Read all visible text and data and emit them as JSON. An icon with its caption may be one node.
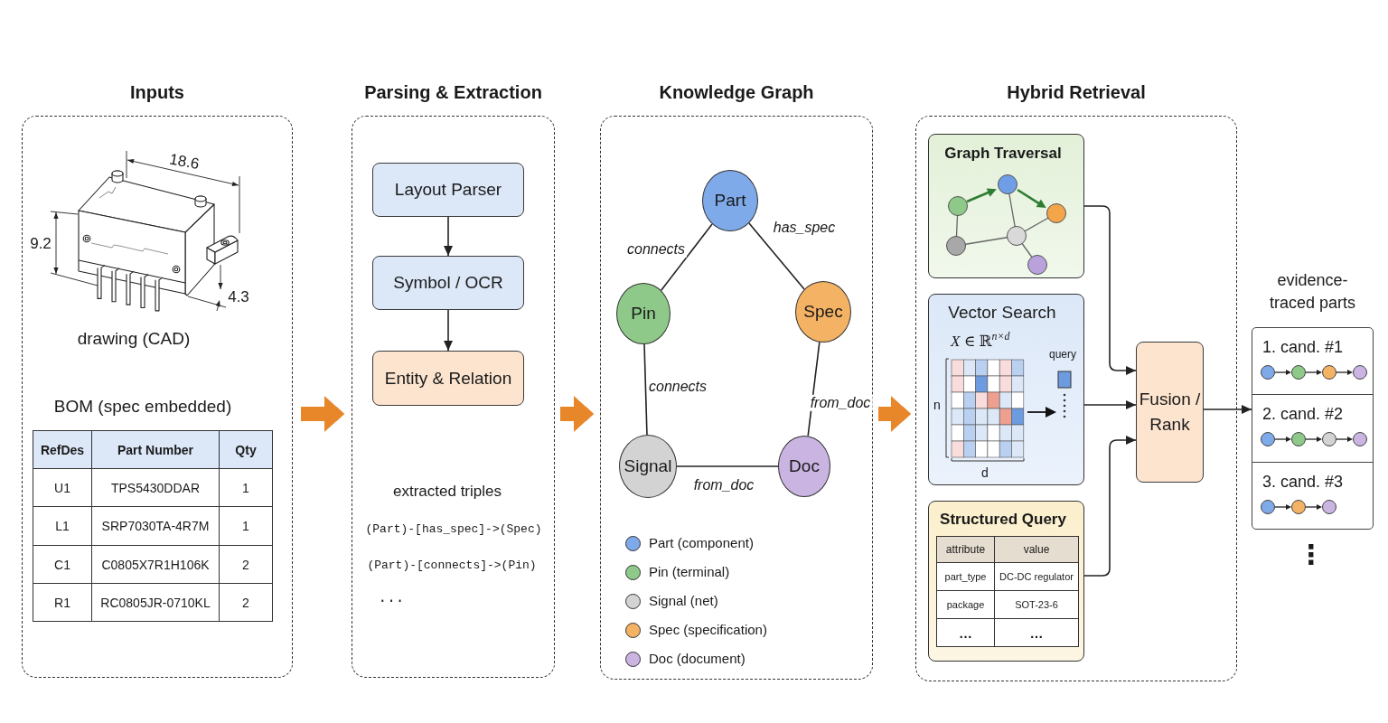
{
  "diagram": {
    "nodes": [
      {
        "text": [
          "Inputs"
        ]
      },
      {
        "text": [
          "Parsing & Extraction"
        ]
      },
      {
        "text": [
          "Layout Parser"
        ],
        "in": 1
      },
      {
        "text": [
          "Symbol / OCR"
        ],
        "in": 1
      },
      {
        "text": [
          "Entity & Relation"
        ],
        "in": 1
      },
      {
        "text": [
          "Knowledge Graph"
        ]
      },
      {
        "text": [
          "Part"
        ],
        "in": 5
      },
      {
        "text": [
          "Pin"
        ],
        "in": 5
      },
      {
        "text": [
          "Spec"
        ],
        "in": 5
      },
      {
        "text": [
          "Signal"
        ],
        "in": 5
      },
      {
        "text": [
          "Doc"
        ],
        "in": 5
      },
      {
        "text": [
          "Hybrid Retrieval"
        ]
      },
      {
        "text": [
          "Graph Traversal"
        ],
        "in": 11
      },
      {
        "text": [
          "Vector Search",
          "*X* ∈ ℝ$^{n×d}$",
          "query",
          "n",
          "d"
        ],
        "in": 11
      },
      {
        "text": [
          "Structured Query",
          "attribute",
          "value",
          "part_type",
          "DC-DC regulator",
          "package",
          "SOT-23-6",
          "…",
          "…"
        ],
        "in": 11
      },
      {
        "text": [
          "Fusion / Rank"
        ],
        "in": 11
      },
      {
        "text": [
          "evidence-traced parts"
        ]
      },
      {
        "text": [
          "1. cand. #1"
        ],
        "in": 16
      },
      {
        "text": [
          "2. cand. #2"
        ],
        "in": 16
      },
      {
        "text": [
          "3. cand. #3"
        ],
        "in": 16
      }
    ],
    "edges": [
      {
        "from": 0,
        "to": 1,
        "arrow": "to",
        "style": "thick",
        "color": "#e8862a"
      },
      {
        "from": 1,
        "to": 5,
        "arrow": "to",
        "style": "thick",
        "color": "#e8862a"
      },
      {
        "from": 5,
        "to": 11,
        "arrow": "to",
        "style": "thick",
        "color": "#e8862a"
      },
      {
        "from": 2,
        "to": 3,
        "arrow": "to"
      },
      {
        "from": 3,
        "to": 4,
        "arrow": "to"
      },
      {
        "from": 6,
        "to": 7,
        "arrow": "none",
        "label": "connects"
      },
      {
        "from": 6,
        "to": 8,
        "arrow": "none",
        "label": "has_spec"
      },
      {
        "from": 7,
        "to": 9,
        "arrow": "none",
        "label": "connects"
      },
      {
        "from": 8,
        "to": 10,
        "arrow": "none",
        "label": "from_doc"
      },
      {
        "from": 9,
        "to": 10,
        "arrow": "none",
        "label": "from_doc"
      },
      {
        "from": 12,
        "to": 15,
        "arrow": "to"
      },
      {
        "from": 13,
        "to": 15,
        "arrow": "to"
      },
      {
        "from": 14,
        "to": 15,
        "arrow": "to"
      },
      {
        "from": 15,
        "to": 16,
        "arrow": "to"
      }
    ],
    "labels": [
      "18.6",
      "9.2",
      "4.3",
      "drawing (CAD)",
      "BOM (spec embedded)",
      "RefDes",
      "Part Number",
      "Qty",
      "U1",
      "TPS5430DDAR",
      "1",
      "L1",
      "SRP7030TA-4R7M",
      "1",
      "C1",
      "C0805X7R1H106K",
      "2",
      "R1",
      "RC0805JR-0710KL",
      "2",
      "extracted triples",
      "(Part)-[has_spec]->(Spec)",
      "(Part)-[connects]->(Pin)",
      "...",
      "⋮"
    ],
    "legend": [
      {
        "text": "Part (component)",
        "color": "#7faaea"
      },
      {
        "text": "Pin (terminal)",
        "color": "#8ec98a"
      },
      {
        "text": "Signal (net)",
        "color": "#d3d3d3"
      },
      {
        "text": "Spec (specification)",
        "color": "#f4b264"
      },
      {
        "text": "Doc (document)",
        "color": "#c9b4e2"
      }
    ]
  }
}
